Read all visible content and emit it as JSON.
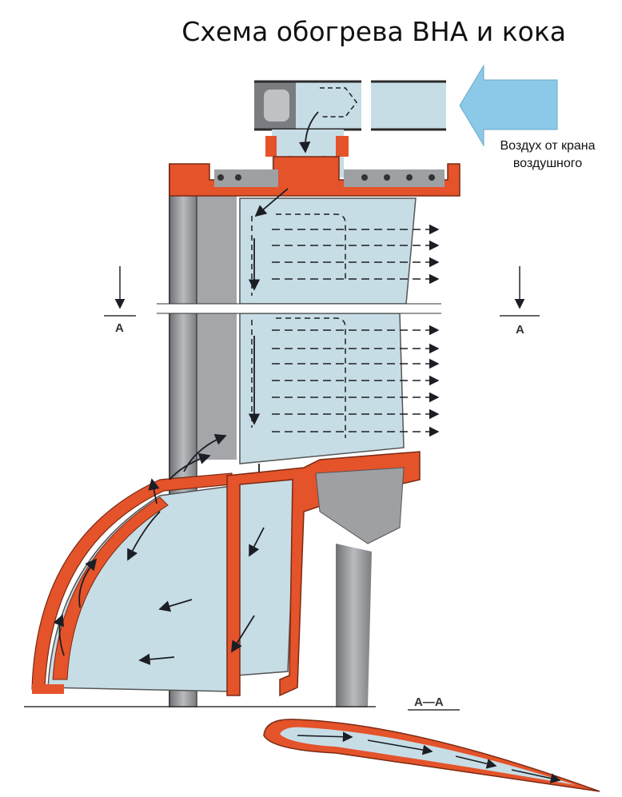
{
  "title": "Схема обогрева ВНА и кока",
  "inlet_label": "Воздух от крана воздушного",
  "section_marks": {
    "left": "А",
    "right": "А",
    "view": "А—А"
  },
  "colors": {
    "casing": "#e4532a",
    "air": "#c7dde6",
    "metal": "#9ea0a4",
    "metal_dark": "#6f7175",
    "arrow": "#1b1e24",
    "inlet_arrow": "#8cc8e8"
  },
  "icons": [
    "inlet-arrow-icon",
    "flow-arrow-icon",
    "section-arrow-icon"
  ]
}
